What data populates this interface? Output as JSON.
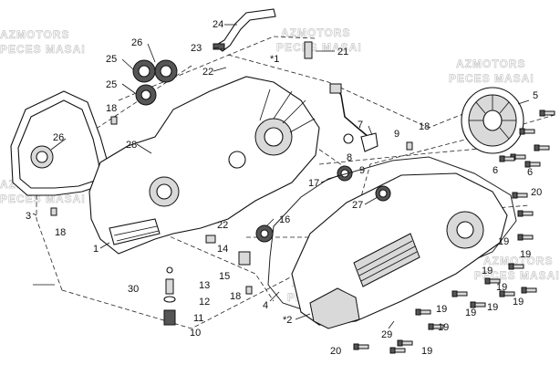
{
  "watermarks": [
    "AZMOTORS",
    "PECES MASAI"
  ],
  "callouts": [
    "24",
    "26",
    "25",
    "23",
    "22",
    "21",
    "25",
    "*1",
    "26",
    "18",
    "28",
    "5",
    "7",
    "18",
    "8",
    "9",
    "9",
    "6",
    "6",
    "3",
    "17",
    "27",
    "20",
    "18",
    "22",
    "16",
    "1",
    "14",
    "19",
    "15",
    "13",
    "18",
    "4",
    "19",
    "19",
    "19",
    "19",
    "12",
    "30",
    "19",
    "19",
    "11",
    "*2",
    "10",
    "29",
    "19",
    "19",
    "20",
    "19"
  ]
}
